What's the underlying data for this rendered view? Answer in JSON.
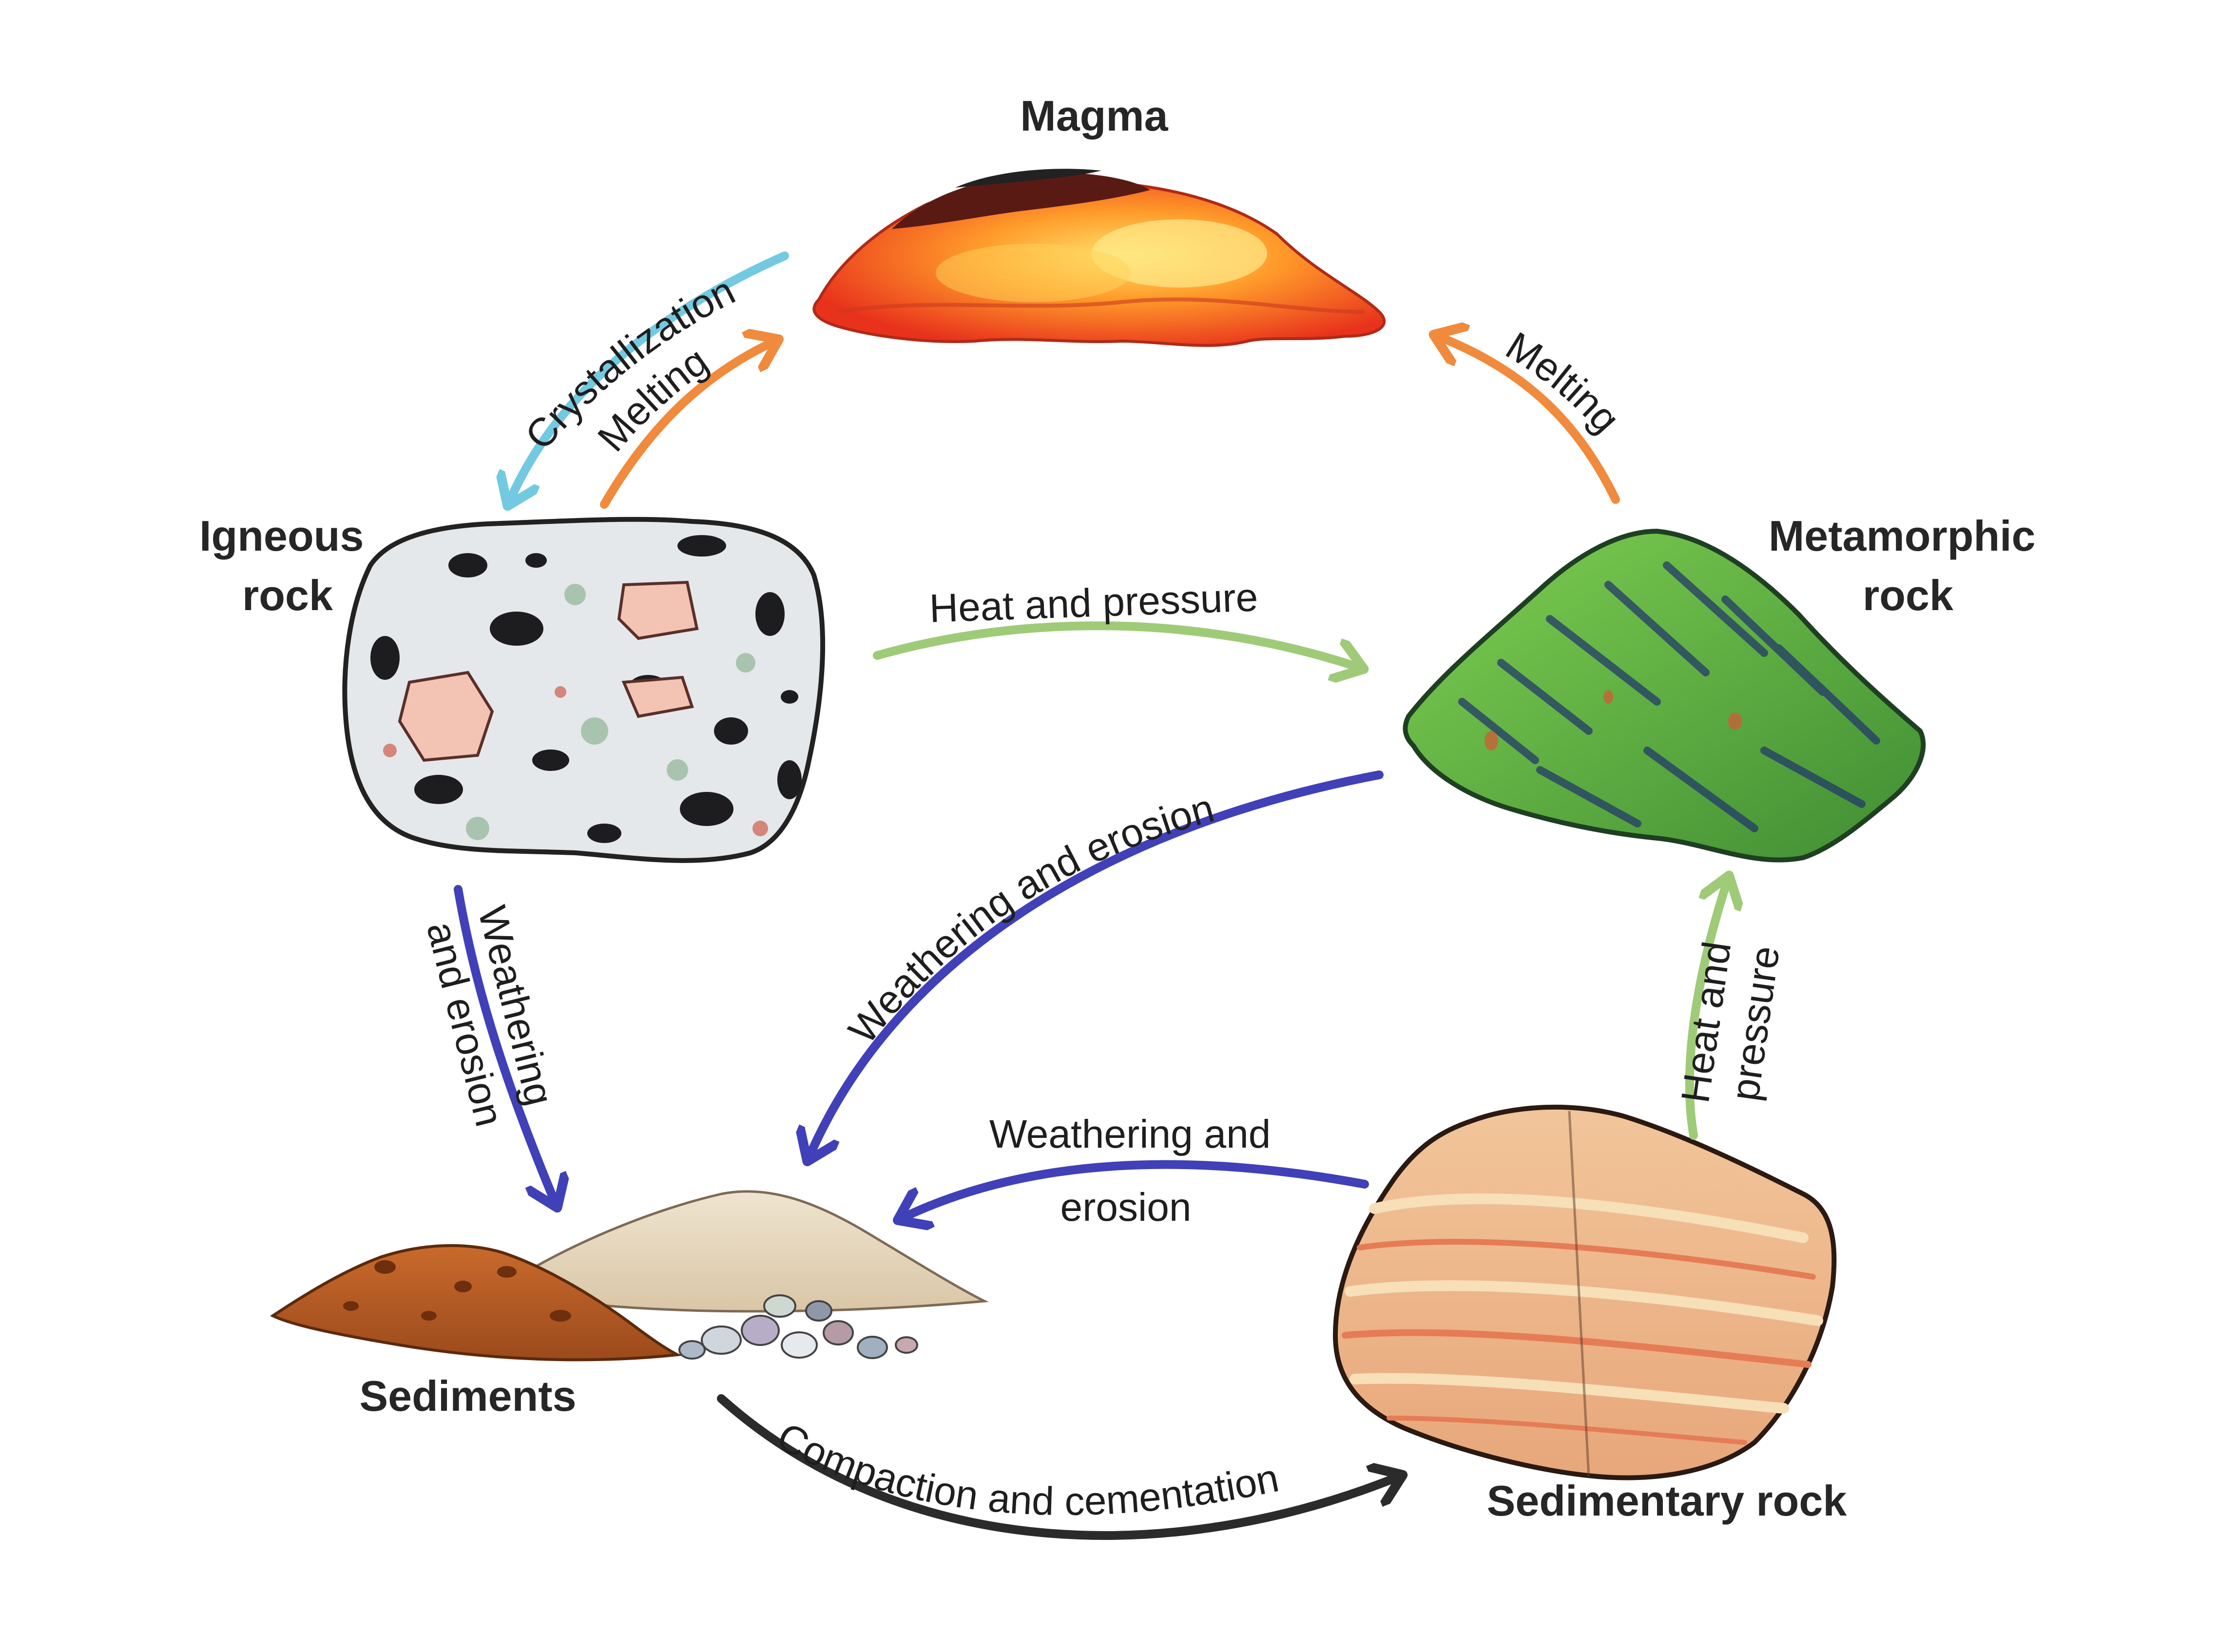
{
  "nodes": {
    "magma": {
      "label": "Magma"
    },
    "igneous": {
      "label_line1": "Igneous",
      "label_line2": "rock"
    },
    "metamorphic": {
      "label_line1": "Metamorphic",
      "label_line2": "rock"
    },
    "sediments": {
      "label": "Sediments"
    },
    "sedimentary": {
      "label": "Sedimentary rock"
    }
  },
  "processes": {
    "crystallization": "Crystallization",
    "melting_igneous": "Melting",
    "melting_metamorphic": "Melting",
    "heat_pressure_top": "Heat and pressure",
    "heat_pressure_right_line1": "Heat and",
    "heat_pressure_right_line2": "pressure",
    "weathering_igneous_line1": "Weathering",
    "weathering_igneous_line2": "and erosion",
    "weathering_metamorphic": "Weathering and erosion",
    "weathering_sedimentary_line1": "Weathering and",
    "weathering_sedimentary_line2": "erosion",
    "compaction": "Compaction and cementation"
  },
  "colors": {
    "crystallization": "#73c9e0",
    "melting": "#f08a3c",
    "heat_pressure": "#9fcb78",
    "weathering": "#4040b8",
    "compaction": "#2b2b2b"
  }
}
